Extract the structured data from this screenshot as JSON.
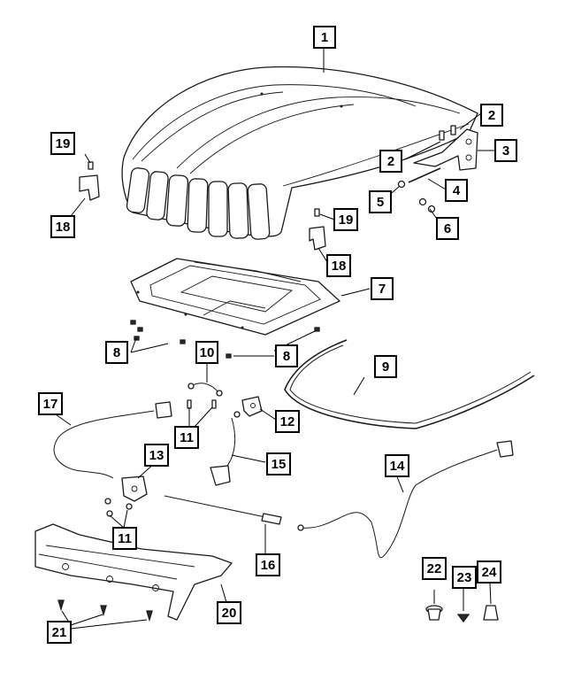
{
  "callouts": [
    {
      "label": "1"
    },
    {
      "label": "2"
    },
    {
      "label": "2"
    },
    {
      "label": "3"
    },
    {
      "label": "4"
    },
    {
      "label": "5"
    },
    {
      "label": "6"
    },
    {
      "label": "7"
    },
    {
      "label": "8"
    },
    {
      "label": "8"
    },
    {
      "label": "9"
    },
    {
      "label": "10"
    },
    {
      "label": "11"
    },
    {
      "label": "11"
    },
    {
      "label": "12"
    },
    {
      "label": "13"
    },
    {
      "label": "14"
    },
    {
      "label": "15"
    },
    {
      "label": "16"
    },
    {
      "label": "17"
    },
    {
      "label": "18"
    },
    {
      "label": "18"
    },
    {
      "label": "19"
    },
    {
      "label": "19"
    },
    {
      "label": "20"
    },
    {
      "label": "21"
    },
    {
      "label": "22"
    },
    {
      "label": "23"
    },
    {
      "label": "24"
    }
  ]
}
